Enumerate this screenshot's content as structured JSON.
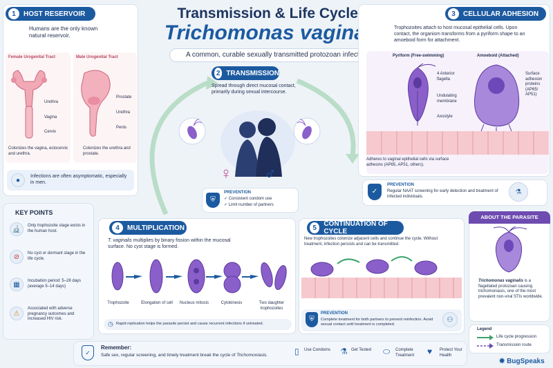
{
  "title": {
    "line1": "Transmission & Life Cycle of",
    "line2": "Trichomonas vaginalis",
    "subtitle": "A common, curable sexually transmitted protozoan infection"
  },
  "host": {
    "num": "1",
    "heading": "HOST RESERVOIR",
    "intro": "Humans are the only known natural reservoir.",
    "female": {
      "title": "Female Urogenital Tract",
      "labels": [
        "Urethra",
        "Vagina",
        "Cervix"
      ],
      "caption": "Colonizes the vagina, ectocervix and urethra."
    },
    "male": {
      "title": "Male Urogenital Tract",
      "labels": [
        "Prostate",
        "Urethra",
        "Penis"
      ],
      "caption": "Colonizes the urethra and prostate."
    },
    "note": "Infections are often asymptomatic, especially in men."
  },
  "transmission": {
    "num": "2",
    "heading": "TRANSMISSION",
    "text": "Spread through direct mucosal contact, primarily during sexual intercourse.",
    "prevention": {
      "title": "PREVENTION",
      "items": [
        "✓ Consistent condom use",
        "✓ Limit number of partners"
      ]
    }
  },
  "adhesion": {
    "num": "3",
    "heading": "CELLULAR ADHESION",
    "text": "Trophozoites attach to host mucosal epithelial cells. Upon contact, the organism transforms from a pyriform shape to an amoeboid form for attachment.",
    "pyriform": "Pyriform (Free-swimming)",
    "amoeboid": "Amoeboid (Attached)",
    "labels": {
      "flagella": "4 Anterior flagella",
      "membrane": "Undulating membrane",
      "axostyle": "Axostyle",
      "proteins": "Surface adhesion proteins (AP65/ AP51)"
    },
    "adheres": "Adheres to vaginal epithelial cells via surface adhesins (AP65, AP51, others).",
    "prevention": {
      "title": "PREVENTION",
      "text": "Regular NAAT screening for early detection and treatment of infected individuals."
    }
  },
  "keypoints": {
    "heading": "KEY POINTS",
    "items": [
      {
        "icon": "microscope-icon",
        "glyph": "🔬",
        "text": "Only trophozoite stage exists in the human host."
      },
      {
        "icon": "no-cyst-icon",
        "glyph": "⊘",
        "text": "No cyst or dormant stage in the life cycle."
      },
      {
        "icon": "calendar-icon",
        "glyph": "▦",
        "text": "Incubation period: 5–28 days (average 5–14 days)"
      },
      {
        "icon": "warning-icon",
        "glyph": "⚠",
        "text": "Associated with adverse pregnancy outcomes and increased HIV risk."
      }
    ]
  },
  "multiplication": {
    "num": "4",
    "heading": "MULTIPLICATION",
    "text_em": "T. vaginalis",
    "text": " multiplies by binary fission within the mucosal surface. No cyst stage is formed.",
    "stages": [
      "Trophozoite",
      "Elongation of cell",
      "Nucleus mitosis",
      "Cytokinesis",
      "Two daughter trophozoites"
    ],
    "note": "Rapid replication helps the parasite persist and cause recurrent infections if untreated."
  },
  "continuation": {
    "num": "5",
    "heading": "CONTINUATION OF CYCLE",
    "text": "New trophozoites colonize adjacent cells and continue the cycle. Without treatment, infection persists and can be transmitted.",
    "prevention": {
      "title": "PREVENTION",
      "text": "Complete treatment for both partners to prevent reinfection. Avoid sexual contact until treatment is completed."
    }
  },
  "about": {
    "heading": "ABOUT THE PARASITE",
    "name": "Trichomonas vaginalis",
    "text": "is a flagellated protozoan causing trichomoniasis, one of the most prevalent non-viral STIs worldwide."
  },
  "legend": {
    "title": "Legend",
    "items": [
      "Life cycle progression",
      "Transmission route"
    ]
  },
  "remember": {
    "title": "Remember:",
    "text": "Safe sex, regular screening, and timely treatment break the cycle of ",
    "em": "Trichomoniasis.",
    "actions": [
      "Use Condoms",
      "Get Tested",
      "Complete Treatment",
      "Protect Your Health"
    ]
  },
  "brand": "BugSpeaks",
  "colors": {
    "accent": "#1c5aa0",
    "parasite": "#8a5fc9",
    "green": "#3ca36b",
    "pink": "#f2b6c0"
  }
}
